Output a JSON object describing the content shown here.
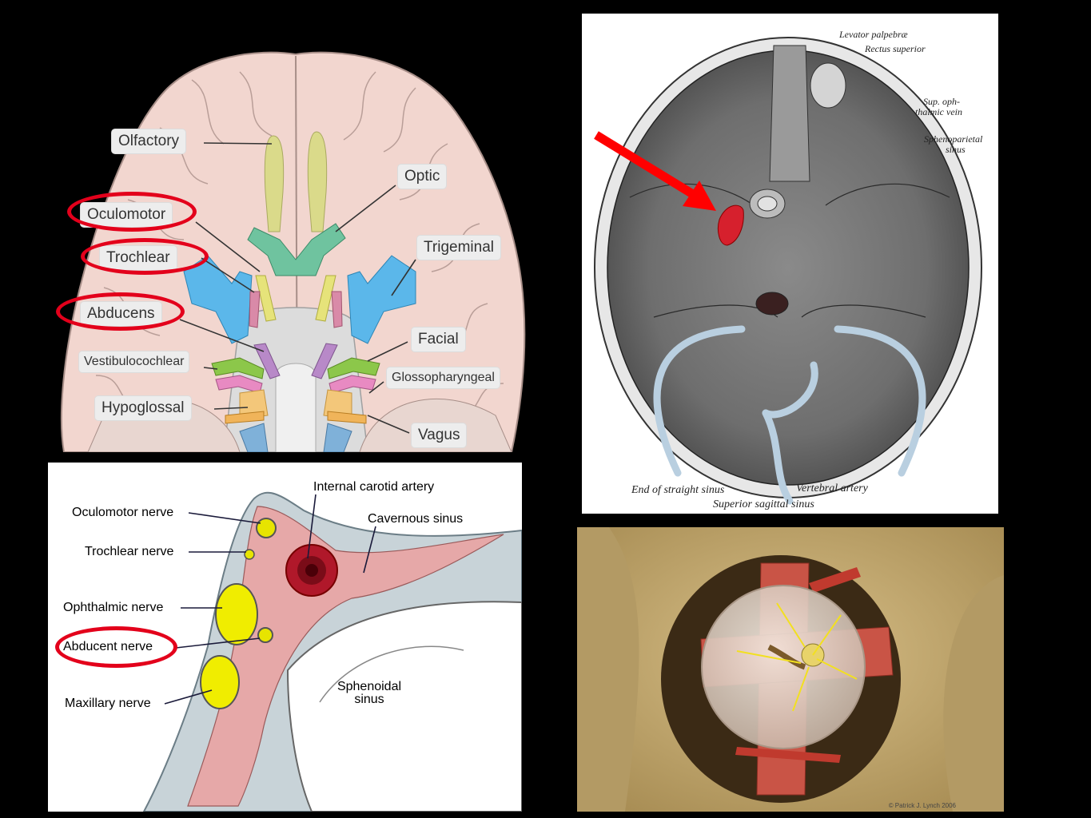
{
  "brain_panel": {
    "labels": {
      "olfactory": "Olfactory",
      "optic": "Optic",
      "oculomotor": "Oculomotor",
      "trochlear": "Trochlear",
      "trigeminal": "Trigeminal",
      "abducens": "Abducens",
      "facial": "Facial",
      "vestibulocochlear": "Vestibulocochlear",
      "glossopharyngeal": "Glossopharyngeal",
      "hypoglossal": "Hypoglossal",
      "vagus": "Vagus"
    },
    "highlighted": [
      "Oculomotor",
      "Trochlear",
      "Abducens"
    ],
    "highlight_color": "#e3001b"
  },
  "skull_panel": {
    "labels": {
      "levator": "Levator palpebræ",
      "rectus": "Rectus superior",
      "sup_oph_1": "Sup. oph-",
      "sup_oph_2": "thalmic vein",
      "spheno_1": "Sphenoparietal",
      "spheno_2": "sinus",
      "straight": "End of straight sinus",
      "vertebral": "Vertebral artery",
      "sagittal": "Superior sagittal sinus"
    },
    "arrow_color": "#ff0000"
  },
  "sinus_panel": {
    "labels": {
      "carotid": "Internal carotid artery",
      "oculomotor": "Oculomotor nerve",
      "cavernous": "Cavernous sinus",
      "trochlear": "Trochlear nerve",
      "ophthalmic": "Ophthalmic nerve",
      "abducent": "Abducent nerve",
      "sphenoidal_1": "Sphenoidal",
      "sphenoidal_2": "sinus",
      "maxillary": "Maxillary nerve"
    },
    "highlighted": [
      "Abducent nerve"
    ]
  },
  "orbit_panel": {
    "copyright": "© Patrick J. Lynch 2006"
  }
}
